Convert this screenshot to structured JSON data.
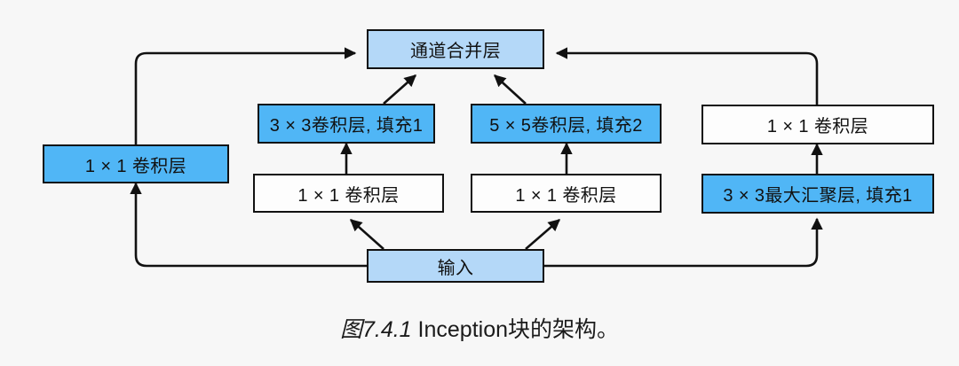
{
  "figure": {
    "caption_prefix": "图",
    "caption_number": "7.4.1",
    "caption_text": "Inception块的架构。"
  },
  "colors": {
    "bright_blue": "#50b6f6",
    "light_blue": "#b4d8f8",
    "white": "#fdfdfd",
    "stroke": "#111111",
    "background": "#f7f7f7"
  },
  "nodes": {
    "concat": {
      "label": "通道合并层",
      "fill": "light"
    },
    "branch1_conv1x1": {
      "label": "1 × 1 卷积层",
      "fill": "bright"
    },
    "branch2_conv3x3": {
      "label": "3 × 3卷积层, 填充1",
      "fill": "bright"
    },
    "branch2_conv1x1": {
      "label": "1 × 1 卷积层",
      "fill": "white"
    },
    "branch3_conv5x5": {
      "label": "5 × 5卷积层, 填充2",
      "fill": "bright"
    },
    "branch3_conv1x1": {
      "label": "1 × 1 卷积层",
      "fill": "white"
    },
    "branch4_conv1x1": {
      "label": "1 × 1 卷积层",
      "fill": "white"
    },
    "branch4_maxpool": {
      "label": "3 × 3最大汇聚层, 填充1",
      "fill": "bright"
    },
    "input": {
      "label": "输入",
      "fill": "light"
    }
  },
  "edges": [
    {
      "name": "input-to-branch1",
      "from": "input",
      "to": "branch1_conv1x1",
      "style": "elbow-left"
    },
    {
      "name": "input-to-branch2",
      "from": "input",
      "to": "branch2_conv1x1",
      "style": "diagonal"
    },
    {
      "name": "input-to-branch3",
      "from": "input",
      "to": "branch3_conv1x1",
      "style": "diagonal"
    },
    {
      "name": "input-to-branch4",
      "from": "input",
      "to": "branch4_maxpool",
      "style": "elbow-right"
    },
    {
      "name": "branch2conv1x1-to-conv3x3",
      "from": "branch2_conv1x1",
      "to": "branch2_conv3x3",
      "style": "vertical"
    },
    {
      "name": "branch3conv1x1-to-conv5x5",
      "from": "branch3_conv1x1",
      "to": "branch3_conv5x5",
      "style": "vertical"
    },
    {
      "name": "branch4maxpool-to-conv1x1",
      "from": "branch4_maxpool",
      "to": "branch4_conv1x1",
      "style": "vertical"
    },
    {
      "name": "branch1-to-concat",
      "from": "branch1_conv1x1",
      "to": "concat",
      "style": "elbow-left-up"
    },
    {
      "name": "branch2-to-concat",
      "from": "branch2_conv3x3",
      "to": "concat",
      "style": "diagonal"
    },
    {
      "name": "branch3-to-concat",
      "from": "branch3_conv5x5",
      "to": "concat",
      "style": "diagonal"
    },
    {
      "name": "branch4-to-concat",
      "from": "branch4_conv1x1",
      "to": "concat",
      "style": "elbow-right-up"
    }
  ]
}
